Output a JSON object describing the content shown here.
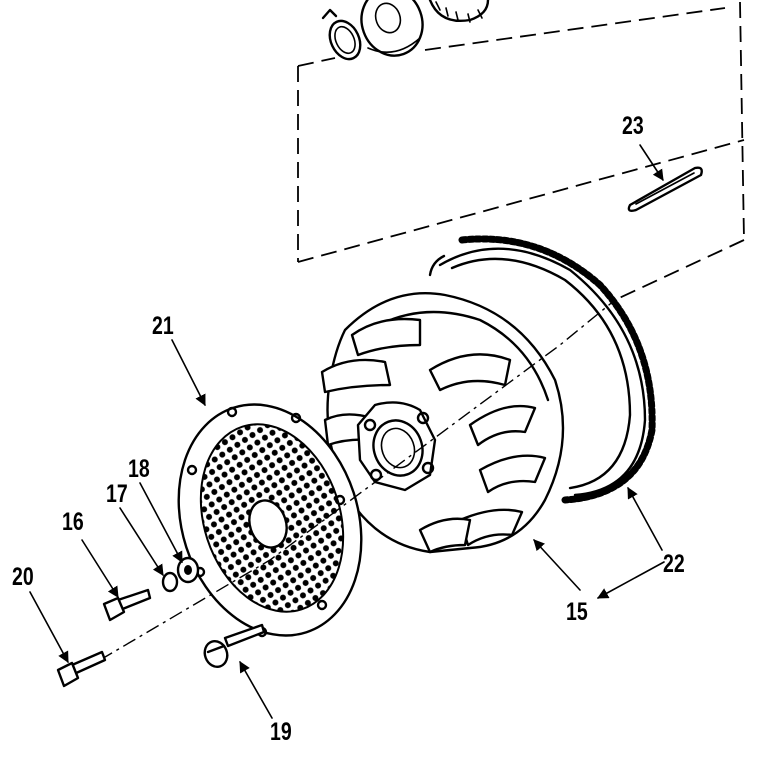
{
  "callouts": {
    "c15": "15",
    "c16": "16",
    "c17": "17",
    "c18": "18",
    "c19": "19",
    "c20": "20",
    "c21": "21",
    "c22": "22",
    "c23": "23"
  },
  "colors": {
    "ink": "#000000",
    "paper": "#ffffff"
  }
}
